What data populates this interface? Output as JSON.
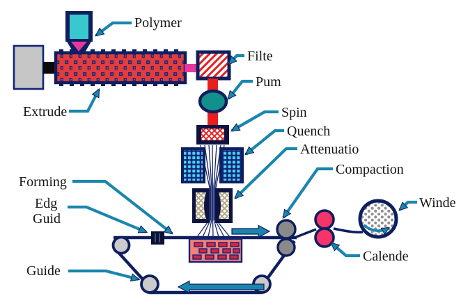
{
  "diagram": {
    "type": "spunbond-nonwoven-process-diagram",
    "labels": {
      "polymer": "Polymer",
      "extruder": "Extrude",
      "filter": "Filte",
      "pump": "Pum",
      "spinneret": "Spin",
      "quench": "Quench",
      "attenuator": "Attenuatio",
      "compaction": "Compaction",
      "winder": "Winde",
      "calender": "Calende",
      "forming": "Forming",
      "edge_guide_line1": "Edg",
      "edge_guide_line2": "Guid",
      "guide": "Guide"
    },
    "colors": {
      "outline_navy": "#0e1e5e",
      "box_black": "#0c1340",
      "barrel_red": "#e23d3d",
      "barrel_square_navy": "#1b2a7a",
      "hopper_cyan": "#38c9cf",
      "funnel_magenta": "#e53a9c",
      "pipe_red": "#e81f1f",
      "pump_teal": "#12908c",
      "quench_cyan": "#49d6f2",
      "attenuator_khaki": "#b3a884",
      "web_salmon": "#f28179",
      "web_dash_red": "#d32740",
      "compaction_gray": "#8a8a8a",
      "guide_roller_gray": "#cbcbcb",
      "motor_gray": "#c6c6c6",
      "calender_pink": "#f5346a",
      "winder_dot_gray": "#8f8f8f",
      "arrow_teal": "#1a86ae",
      "filament_navy": "#16256b",
      "label_black": "#161616"
    }
  }
}
